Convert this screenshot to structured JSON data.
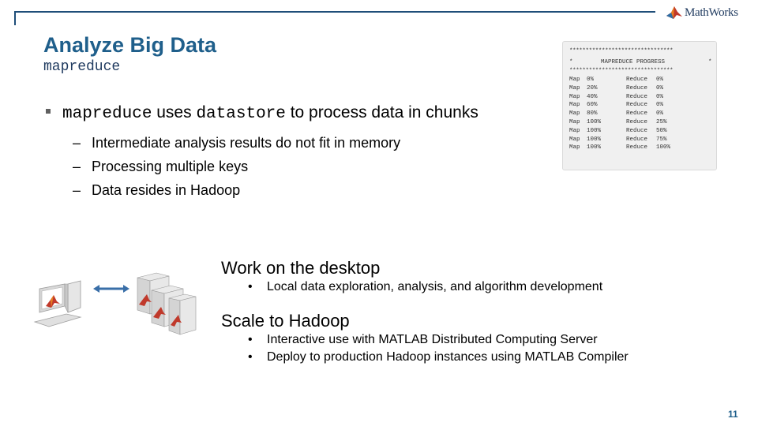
{
  "brand": {
    "logo_text": "MathWorks",
    "accent": "#1f5f8b",
    "frame": "#1f4e79"
  },
  "header": {
    "title": "Analyze Big Data",
    "subtitle": "mapreduce"
  },
  "main_bullet": {
    "code1": "mapreduce",
    "text1": " uses ",
    "code2": "datastore",
    "text2": " to process data in chunks"
  },
  "sub_bullets": [
    "Intermediate analysis results do not fit in memory",
    "Processing multiple keys",
    "Data resides in Hadoop"
  ],
  "console": {
    "stars": "********************************",
    "header_star": "*",
    "header_text": "MAPREDUCE PROGRESS",
    "rows": [
      {
        "map_label": "Map",
        "map": "0%",
        "reduce_label": "Reduce",
        "reduce": "0%"
      },
      {
        "map_label": "Map",
        "map": "20%",
        "reduce_label": "Reduce",
        "reduce": "0%"
      },
      {
        "map_label": "Map",
        "map": "40%",
        "reduce_label": "Reduce",
        "reduce": "0%"
      },
      {
        "map_label": "Map",
        "map": "60%",
        "reduce_label": "Reduce",
        "reduce": "0%"
      },
      {
        "map_label": "Map",
        "map": "80%",
        "reduce_label": "Reduce",
        "reduce": "0%"
      },
      {
        "map_label": "Map",
        "map": "100%",
        "reduce_label": "Reduce",
        "reduce": "25%"
      },
      {
        "map_label": "Map",
        "map": "100%",
        "reduce_label": "Reduce",
        "reduce": "50%"
      },
      {
        "map_label": "Map",
        "map": "100%",
        "reduce_label": "Reduce",
        "reduce": "75%"
      },
      {
        "map_label": "Map",
        "map": "100%",
        "reduce_label": "Reduce",
        "reduce": "100%"
      }
    ]
  },
  "desktop": {
    "title": "Work on the desktop",
    "items": [
      "Local data exploration, analysis, and algorithm development"
    ]
  },
  "hadoop": {
    "title": "Scale to Hadoop",
    "items": [
      "Interactive use with MATLAB Distributed Computing Server",
      "Deploy to production Hadoop instances using MATLAB Compiler"
    ]
  },
  "bullet_char": "•",
  "dash_char": "–",
  "page_number": "11"
}
